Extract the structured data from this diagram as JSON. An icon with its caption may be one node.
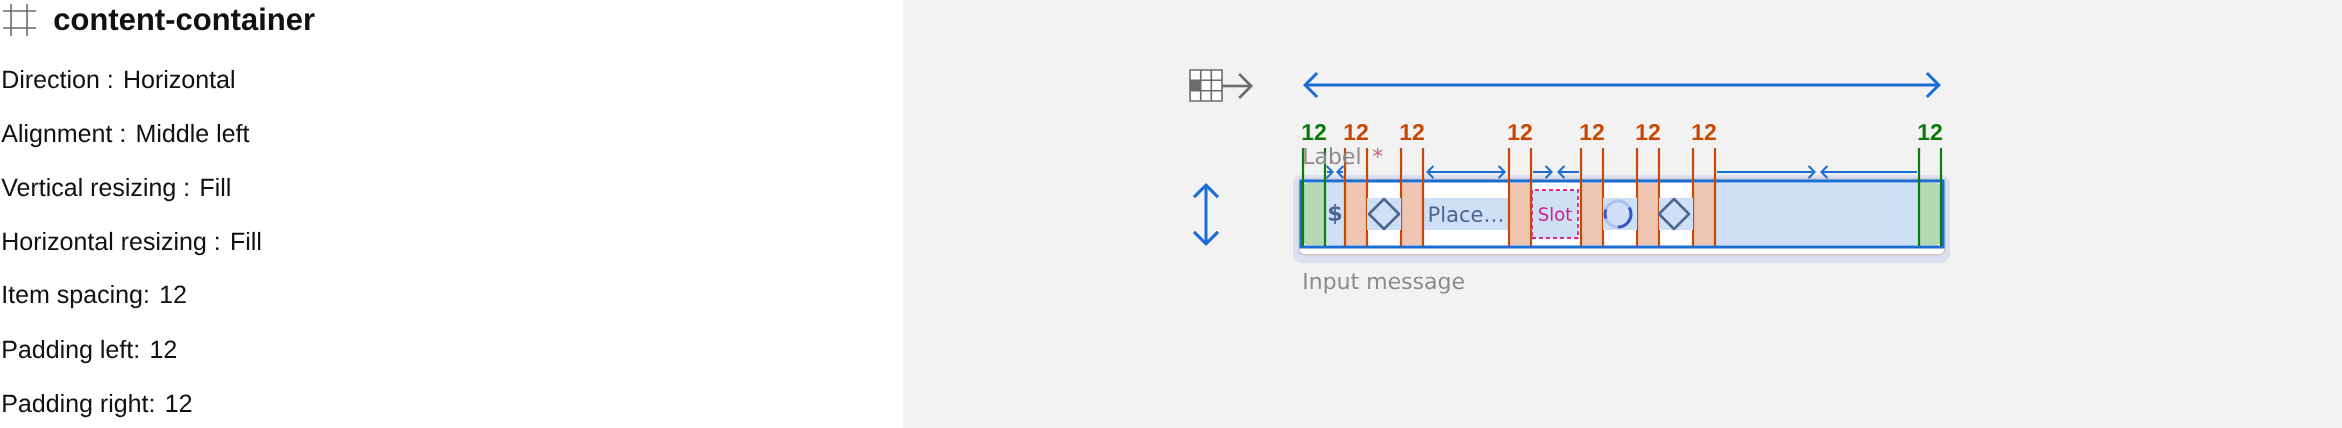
{
  "diagram": {
    "title": "content-container",
    "nodes": [
      {
        "text": [],
        "shape": "box"
      },
      {
        "text": [
          "$"
        ],
        "in": 0
      },
      {
        "text": [
          "Place…"
        ],
        "in": 0
      },
      {
        "text": [
          "Slot"
        ],
        "in": 0
      },
      {
        "text": [],
        "shape": "box",
        "in": 0
      }
    ],
    "labels": [
      "Direction : Horizontal",
      "Alignment : Middle left",
      "Vertical resizing : Fill",
      "Horizontal resizing : Fill",
      "Item spacing: 12",
      "Padding left: 12",
      "Padding right: 12",
      "12",
      "12",
      "12",
      "12",
      "12",
      "12",
      "12",
      "12",
      "Label",
      "*",
      "Input message"
    ]
  }
}
